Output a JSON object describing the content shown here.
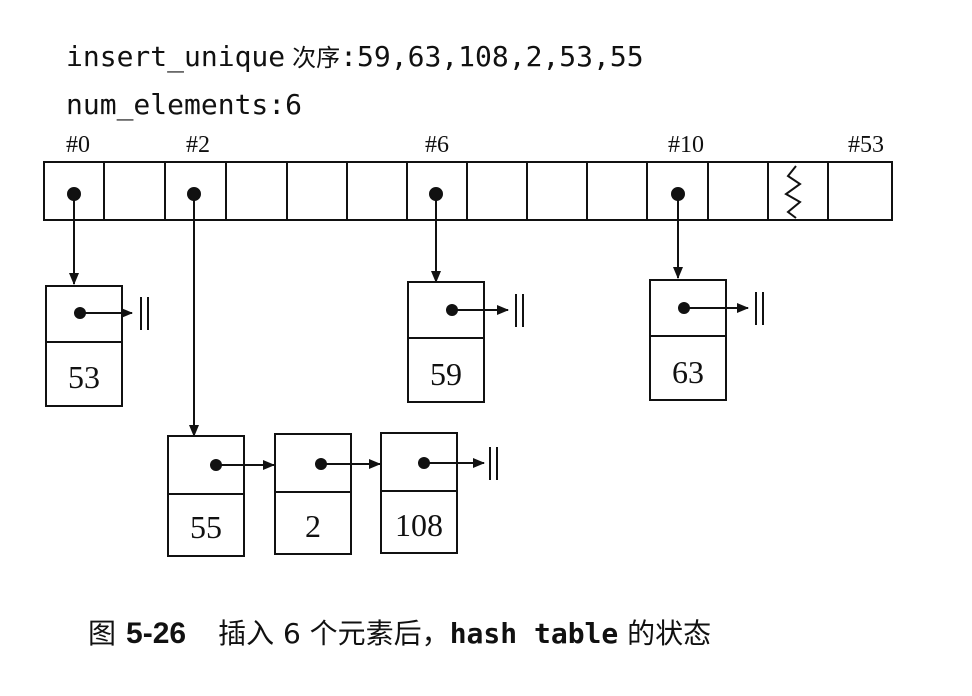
{
  "header": {
    "line1_code": "insert_unique",
    "line1_label": "次序",
    "line1_values": ":59,63,108,2,53,55",
    "line2": "num_elements:6"
  },
  "buckets": {
    "labels": [
      "#0",
      "#2",
      "#6",
      "#10",
      "#53"
    ]
  },
  "nodes": {
    "n53": "53",
    "n59": "59",
    "n63": "63",
    "n55": "55",
    "n2": "2",
    "n108": "108"
  },
  "caption": {
    "fig": "图",
    "number": "5-26",
    "text1": "插入 6 个元素后，",
    "code": "hash table",
    "text2": " 的状态"
  }
}
